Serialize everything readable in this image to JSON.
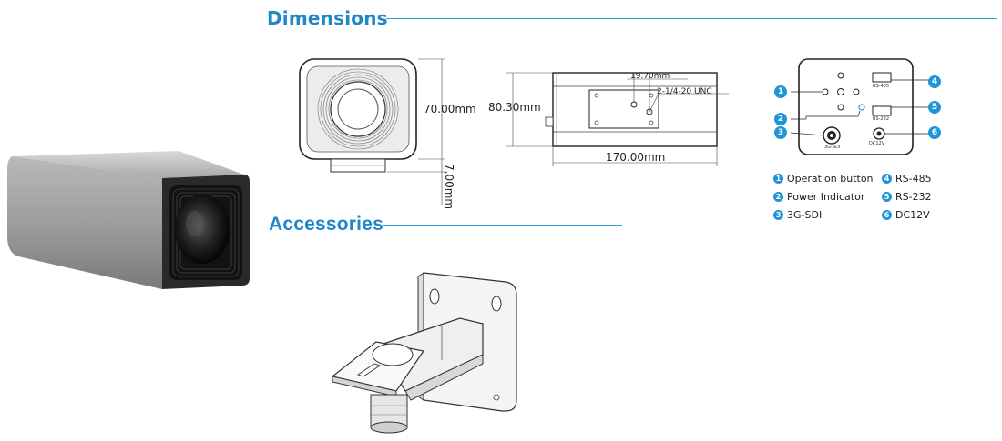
{
  "sections": {
    "dimensions_title": "Dimensions",
    "accessories_title": "Accessories"
  },
  "dimensions": {
    "front_height": "70.00mm",
    "foot_height": "7.00mm",
    "side_height": "80.30mm",
    "hole_spacing": "19.70mm",
    "thread": "2-1/4-20 UNC",
    "length": "170.00mm"
  },
  "rear_panel": {
    "port_485_label": "RS-485",
    "port_232_label": "RS-232",
    "sdi_label": "3G-SDI",
    "dc_label": "DC12V",
    "callout_numbers": [
      "1",
      "2",
      "3",
      "4",
      "5",
      "6"
    ]
  },
  "legend": {
    "left": [
      {
        "num": "1",
        "label": "Operation button"
      },
      {
        "num": "2",
        "label": "Power Indicator"
      },
      {
        "num": "3",
        "label": "3G-SDI"
      }
    ],
    "right": [
      {
        "num": "4",
        "label": "RS-485"
      },
      {
        "num": "5",
        "label": "RS-232"
      },
      {
        "num": "6",
        "label": "DC12V"
      }
    ]
  },
  "colors": {
    "accent": "#1f86c8",
    "badge": "#1f95d8",
    "rule": "#29a3dc"
  }
}
